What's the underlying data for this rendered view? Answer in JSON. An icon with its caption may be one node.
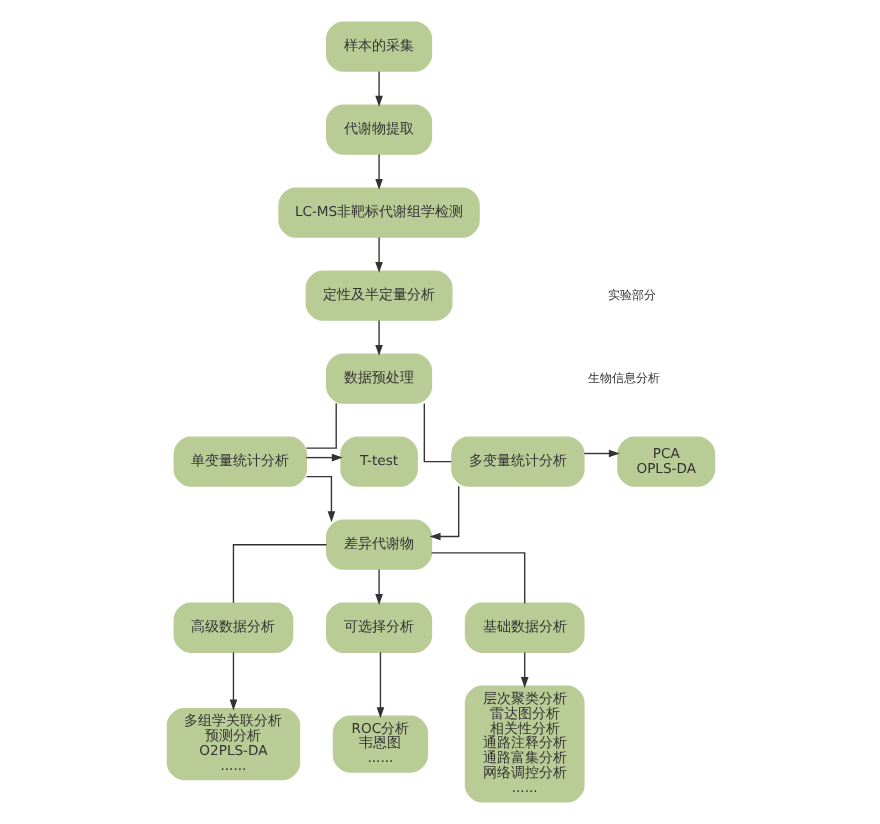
{
  "diagram": {
    "nodes": [
      {
        "text": [
          "样本的采集"
        ]
      },
      {
        "text": [
          "代谢物提取"
        ]
      },
      {
        "text": [
          "LC-MS非靶标代谢组学检测"
        ]
      },
      {
        "text": [
          "定性及半定量分析"
        ]
      },
      {
        "text": [
          "数据预处理"
        ]
      },
      {
        "text": [
          "单变量统计分析"
        ]
      },
      {
        "text": [
          "多变量统计分析"
        ]
      },
      {
        "text": [
          "T-test"
        ]
      },
      {
        "text": [
          "PCA",
          "OPLS-DA"
        ]
      },
      {
        "text": [
          "差异代谢物"
        ]
      },
      {
        "text": [
          "高级数据分析"
        ]
      },
      {
        "text": [
          "可选择分析"
        ]
      },
      {
        "text": [
          "基础数据分析"
        ]
      },
      {
        "text": [
          "多组学关联分析",
          "预测分析",
          "O2PLS-DA",
          "......"
        ]
      },
      {
        "text": [
          "ROC分析",
          "韦恩图",
          "......"
        ]
      },
      {
        "text": [
          "层次聚类分析",
          "雷达图分析",
          "相关性分析",
          "通路注释分析",
          "通路富集分析",
          "网络调控分析",
          "......"
        ]
      }
    ],
    "edges": [
      {
        "from": 0,
        "to": 1,
        "arrow": "to"
      },
      {
        "from": 1,
        "to": 2,
        "arrow": "to"
      },
      {
        "from": 2,
        "to": 3,
        "arrow": "to"
      },
      {
        "from": 3,
        "to": 4,
        "arrow": "to"
      },
      {
        "from": 4,
        "to": 5,
        "arrow": "none"
      },
      {
        "from": 4,
        "to": 6,
        "arrow": "none"
      },
      {
        "from": 5,
        "to": 7,
        "arrow": "to"
      },
      {
        "from": 6,
        "to": 8,
        "arrow": "to"
      },
      {
        "from": 5,
        "to": 9,
        "arrow": "to"
      },
      {
        "from": 6,
        "to": 9,
        "arrow": "to"
      },
      {
        "from": 9,
        "to": 10,
        "arrow": "none"
      },
      {
        "from": 9,
        "to": 11,
        "arrow": "to"
      },
      {
        "from": 9,
        "to": 12,
        "arrow": "none"
      },
      {
        "from": 10,
        "to": 13,
        "arrow": "to"
      },
      {
        "from": 11,
        "to": 14,
        "arrow": "to"
      },
      {
        "from": 12,
        "to": 15,
        "arrow": "to"
      }
    ],
    "labels": [
      "实验部分",
      "生物信息分析"
    ]
  }
}
